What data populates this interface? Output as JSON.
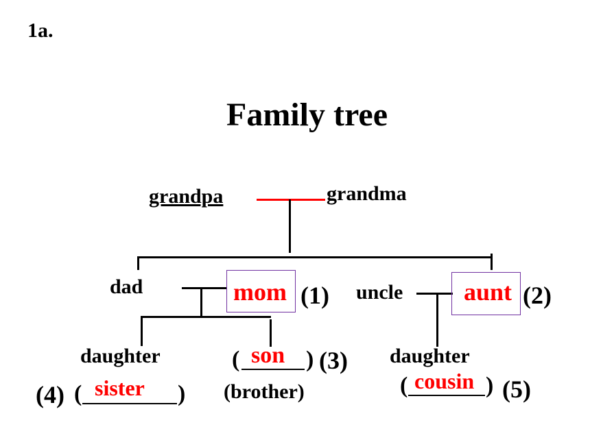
{
  "slide_label": "1a.",
  "title": "Family tree",
  "colors": {
    "answer": "#ff0000",
    "box_border": "#7030a0",
    "couple_line": "#ff0000"
  },
  "nodes": {
    "grandpa": "grandpa",
    "grandma": "grandma",
    "dad": "dad",
    "mom": {
      "answer": "mom",
      "number": "(1)"
    },
    "uncle": "uncle",
    "aunt": {
      "answer": "aunt",
      "number": "(2)"
    },
    "daughter_left": "daughter",
    "son": {
      "open": "(",
      "answer": "son",
      "close": ")",
      "number": "(3)"
    },
    "brother": "(brother)",
    "sister": {
      "number": "(4)",
      "open": "(",
      "answer": "sister",
      "close": ")"
    },
    "daughter_right": "daughter",
    "cousin": {
      "open": "(",
      "answer": "cousin",
      "close": ")",
      "number": "(5)"
    }
  }
}
